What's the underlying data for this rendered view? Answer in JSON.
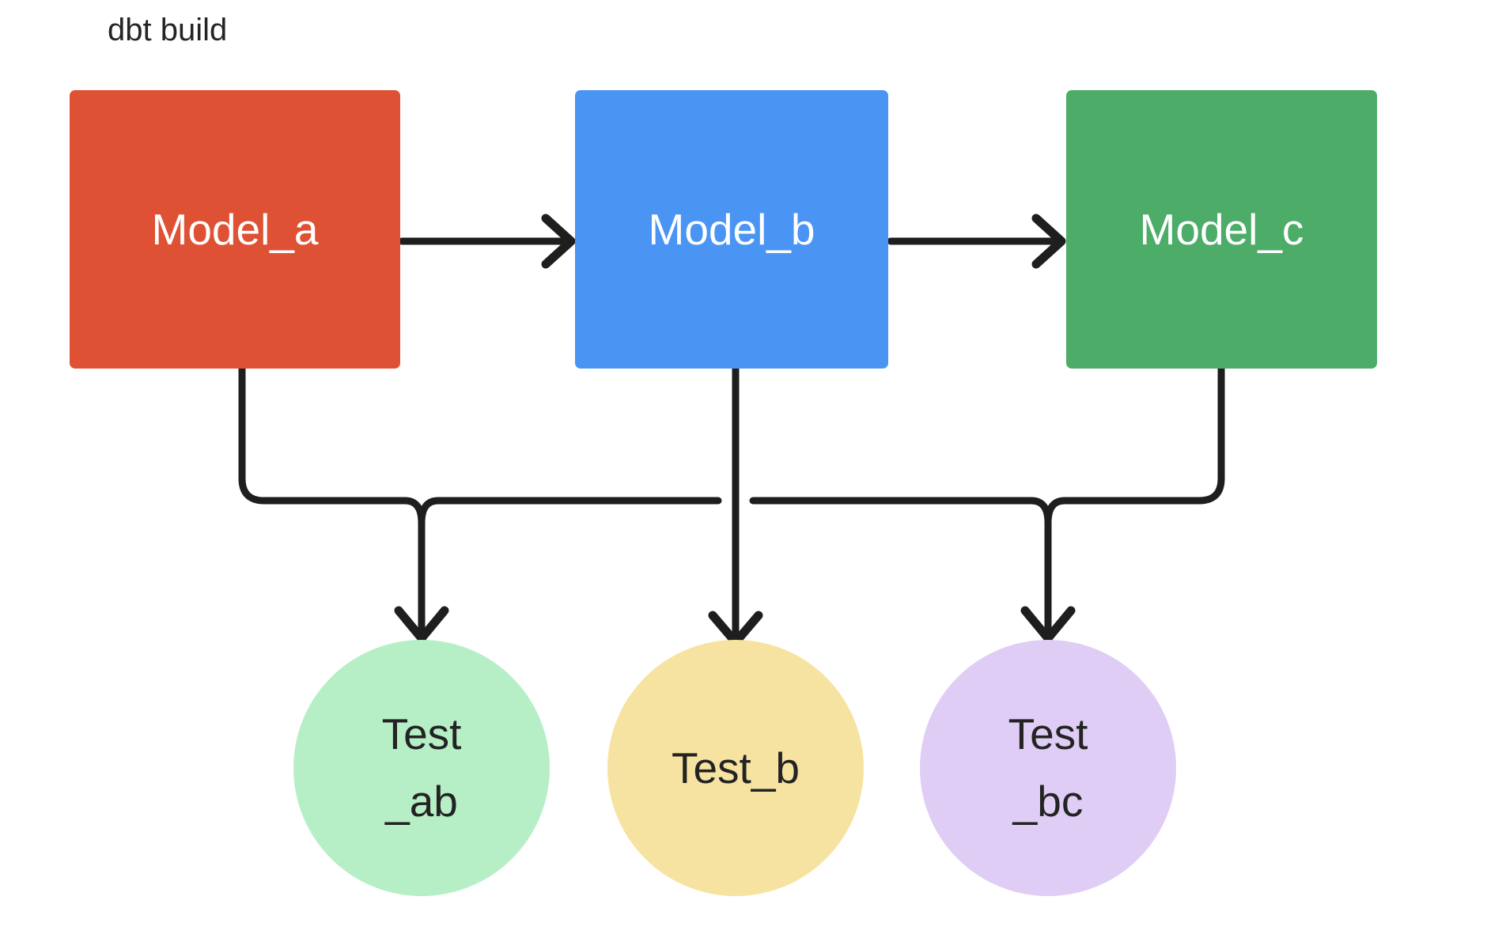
{
  "diagram": {
    "title": "dbt build",
    "type": "dag",
    "background_color": "#ffffff",
    "edge_color": "#1e1e1e",
    "edge_width": 9
  },
  "models": [
    {
      "id": "model_a",
      "label": "Model_a",
      "shape": "rectangle",
      "fill": "#df5134",
      "text_color": "#ffffff"
    },
    {
      "id": "model_b",
      "label": "Model_b",
      "shape": "rectangle",
      "fill": "#4a94f4",
      "text_color": "#ffffff"
    },
    {
      "id": "model_c",
      "label": "Model_c",
      "shape": "rectangle",
      "fill": "#4cac68",
      "text_color": "#ffffff"
    }
  ],
  "tests": [
    {
      "id": "test_ab",
      "label": "Test\n_ab",
      "shape": "circle",
      "fill": "#b6efc6",
      "text_color": "#232323"
    },
    {
      "id": "test_b",
      "label": "Test_b",
      "shape": "circle",
      "fill": "#f7e3a1",
      "text_color": "#232323"
    },
    {
      "id": "test_bc",
      "label": "Test\n_bc",
      "shape": "circle",
      "fill": "#dfcdf5",
      "text_color": "#232323"
    }
  ],
  "edges": [
    {
      "id": "edge-a-b",
      "from": "model_a",
      "to": "model_b",
      "style": "straight-arrow"
    },
    {
      "id": "edge-b-c",
      "from": "model_b",
      "to": "model_c",
      "style": "straight-arrow"
    },
    {
      "id": "edge-a-ab",
      "from": "model_a",
      "to": "test_ab",
      "style": "elbow-arrow"
    },
    {
      "id": "edge-b-ab",
      "from": "model_b",
      "to": "test_ab",
      "style": "elbow-arrow"
    },
    {
      "id": "edge-b-b",
      "from": "model_b",
      "to": "test_b",
      "style": "straight-arrow"
    },
    {
      "id": "edge-b-bc",
      "from": "model_b",
      "to": "test_bc",
      "style": "elbow-arrow"
    },
    {
      "id": "edge-c-bc",
      "from": "model_c",
      "to": "test_bc",
      "style": "elbow-arrow"
    }
  ]
}
